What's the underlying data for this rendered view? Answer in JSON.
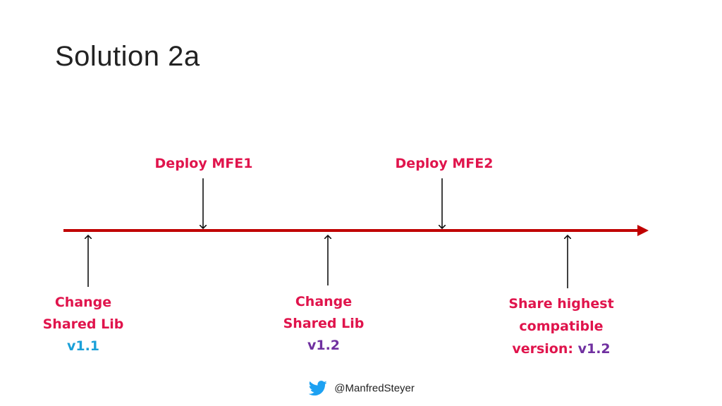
{
  "slide": {
    "title": "Solution 2a"
  },
  "colors": {
    "timeline": "#c00000",
    "arrow": "#111111",
    "label": "#e0144c",
    "version_blue": "#1aa0d8",
    "version_purple": "#7030a0"
  },
  "top_events": [
    {
      "label": "Deploy MFE1"
    },
    {
      "label": "Deploy MFE2"
    }
  ],
  "bottom_events": [
    {
      "lines": [
        "Change",
        "Shared Lib"
      ],
      "version": "v1.1"
    },
    {
      "lines": [
        "Change",
        "Shared Lib"
      ],
      "version": "v1.2"
    },
    {
      "lines": [
        "Share highest",
        "compatible"
      ],
      "prefix": "version: ",
      "version": "v1.2"
    }
  ],
  "footer": {
    "icon": "twitter-bird-icon",
    "handle": "@ManfredSteyer"
  }
}
